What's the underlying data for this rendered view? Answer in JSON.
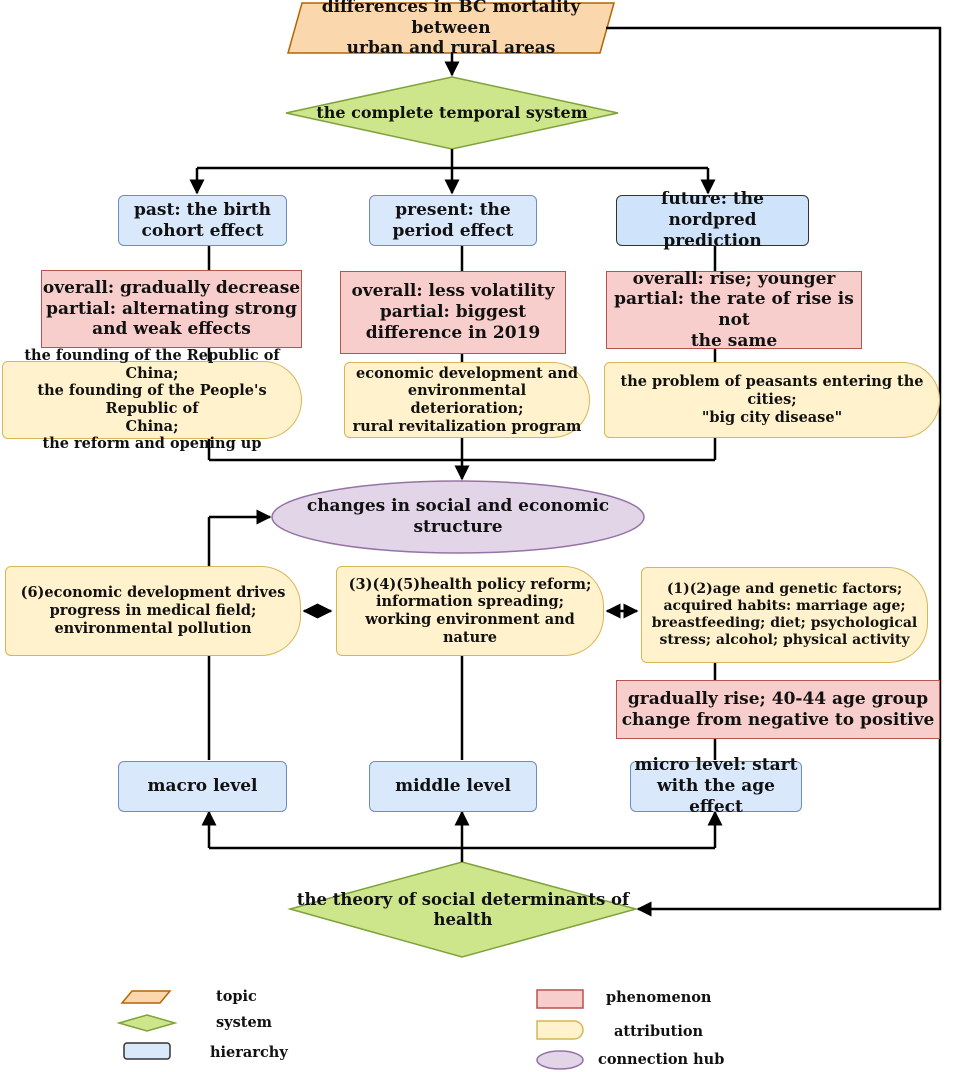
{
  "colors": {
    "topic": "#fad7ac",
    "system": "#cde68c",
    "hierarchy": "#dae8fc",
    "phenomenon": "#f8cecc",
    "attribution": "#fff2cc",
    "hub": "#e1d5e7",
    "line": "#000000"
  },
  "topic": {
    "text": "differences in BC mortality between\nurban and rural areas"
  },
  "system_top": {
    "text": "the complete temporal system"
  },
  "temporal": {
    "past": {
      "title": "past: the birth\ncohort effect",
      "phenomenon": "overall: gradually decrease\npartial: alternating strong\nand weak effects",
      "attribution": "the founding of the Republic of China;\nthe founding of the People's Republic of\nChina;\nthe reform and opening up"
    },
    "present": {
      "title": "present: the\nperiod effect",
      "phenomenon": "overall: less volatility\npartial: biggest\ndifference in 2019",
      "attribution": "economic development and\nenvironmental deterioration;\nrural revitalization program"
    },
    "future": {
      "title": "future: the nordpred\nprediction",
      "phenomenon": "overall: rise; younger\npartial: the rate of rise is not\nthe same",
      "attribution": "the problem of peasants entering the cities;\n\"big city disease\""
    }
  },
  "hub": {
    "text": "changes in social and economic structure"
  },
  "levels": {
    "macro": {
      "attribution": "(6)economic development drives\nprogress in medical field;\nenvironmental pollution",
      "title": "macro level"
    },
    "middle": {
      "attribution": "(3)(4)(5)health policy reform;\ninformation spreading;\nworking environment and nature",
      "title": "middle level"
    },
    "micro": {
      "attribution": "(1)(2)age and genetic factors;\nacquired habits: marriage age;\nbreastfeeding; diet; psychological\nstress; alcohol; physical activity",
      "phenomenon": "gradually rise;  40-44 age group\nchange from negative to positive",
      "title": "micro level: start\nwith the age effect"
    }
  },
  "system_bottom": {
    "text": "the theory of social determinants of\nhealth"
  },
  "legend": {
    "topic": "topic",
    "system": "system",
    "hierarchy": "hierarchy",
    "phenomenon": "phenomenon",
    "attribution": "attribution",
    "hub": "connection hub"
  }
}
